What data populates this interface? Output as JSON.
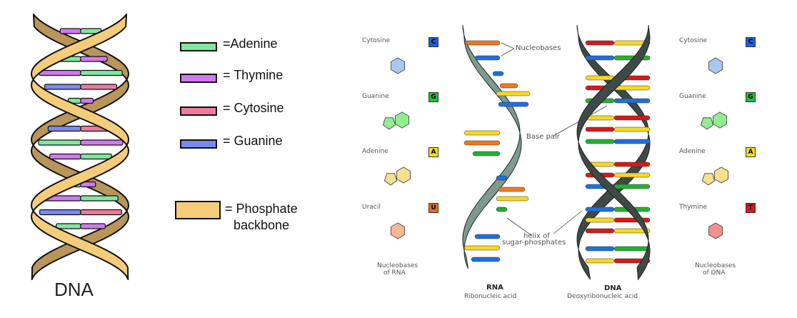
{
  "left_panel": {
    "title": "DNA",
    "legend": [
      {
        "key": "adenine",
        "label": "=Adenine",
        "color": "#7EE8A0"
      },
      {
        "key": "thymine",
        "label": "= Thymine",
        "color": "#D07AF0"
      },
      {
        "key": "cytosine",
        "label": "= Cytosine",
        "color": "#F07A9A"
      },
      {
        "key": "guanine",
        "label": "= Guanine",
        "color": "#7A8AF0"
      }
    ],
    "backbone_legend": {
      "label_line1": "= Phosphate",
      "label_line2": "backbone",
      "color": "#F5CD7A",
      "dark_color": "#B8965A"
    }
  },
  "right_panel": {
    "rna_bases": {
      "caption_line1": "Nucleobases",
      "caption_line2": "of RNA",
      "items": [
        {
          "name": "Cytosine",
          "letter": "C",
          "badge_color": "#1E5FD8",
          "ring_color": "#A8C8F0"
        },
        {
          "name": "Guanine",
          "letter": "G",
          "badge_color": "#22C03A",
          "ring_color": "#90EE90"
        },
        {
          "name": "Adenine",
          "letter": "A",
          "badge_color": "#F0E020",
          "ring_color": "#F8E090"
        },
        {
          "name": "Uracil",
          "letter": "U",
          "badge_color": "#E87020",
          "ring_color": "#F8B890"
        }
      ]
    },
    "dna_bases": {
      "caption_line1": "Nucleobases",
      "caption_line2": "of DNA",
      "items": [
        {
          "name": "Cytosine",
          "letter": "C",
          "badge_color": "#1E5FD8",
          "ring_color": "#A8C8F0"
        },
        {
          "name": "Guanine",
          "letter": "G",
          "badge_color": "#22C03A",
          "ring_color": "#90EE90"
        },
        {
          "name": "Adenine",
          "letter": "A",
          "badge_color": "#F0E020",
          "ring_color": "#F8E090"
        },
        {
          "name": "Thymine",
          "letter": "T",
          "badge_color": "#D81818",
          "ring_color": "#F09090"
        }
      ]
    },
    "annotations": {
      "nucleobases": "Nucleobases",
      "base_pair": "Base pair",
      "helix_line1": "helix of",
      "helix_line2": "sugar-phosphates"
    },
    "rna": {
      "title": "RNA",
      "subtitle": "Ribonucleic acid",
      "backbone_color": "#7E9A90"
    },
    "dna": {
      "title": "DNA",
      "subtitle": "Deoxyribonucleic acid",
      "backbone_color": "#3E4A46"
    },
    "base_colors": {
      "orange": "#F07820",
      "blue": "#1E6FE0",
      "yellow": "#F8D820",
      "green": "#22B030",
      "red": "#D81818"
    }
  }
}
